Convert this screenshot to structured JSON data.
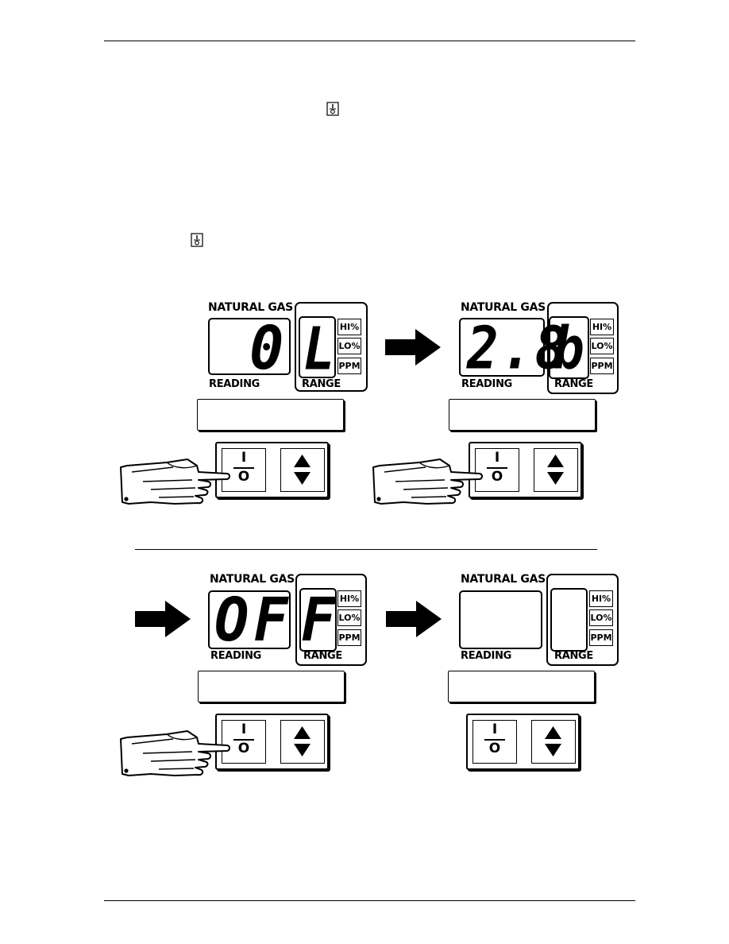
{
  "glyphs": {
    "on_symbol_bar": "I",
    "on_symbol_ring": "O"
  },
  "panels": [
    {
      "title": "NATURAL GAS",
      "reading_label": "READING",
      "range_label": "RANGE",
      "units": [
        "HI%",
        "LO%",
        "PPM"
      ],
      "reading_digits": "0",
      "range_char": "L",
      "pressing": true,
      "leading_arrow": false
    },
    {
      "title": "NATURAL GAS",
      "reading_label": "READING",
      "range_label": "RANGE",
      "units": [
        "HI%",
        "LO%",
        "PPM"
      ],
      "reading_digits": "2.8",
      "range_char": "b",
      "pressing": true,
      "leading_arrow": true
    },
    {
      "title": "NATURAL GAS",
      "reading_label": "READING",
      "range_label": "RANGE",
      "units": [
        "HI%",
        "LO%",
        "PPM"
      ],
      "reading_digits": "OF",
      "range_char": "F",
      "pressing": true,
      "leading_arrow": true
    },
    {
      "title": "NATURAL GAS",
      "reading_label": "READING",
      "range_label": "RANGE",
      "units": [
        "HI%",
        "LO%",
        "PPM"
      ],
      "reading_digits": "",
      "range_char": "",
      "pressing": false,
      "leading_arrow": true
    }
  ],
  "icons": {
    "on_off_symbol": "on-off-symbol-icon",
    "hand": "pointing-hand-icon",
    "arrow": "right-arrow-icon",
    "up_down": "up-down-arrows-icon"
  }
}
